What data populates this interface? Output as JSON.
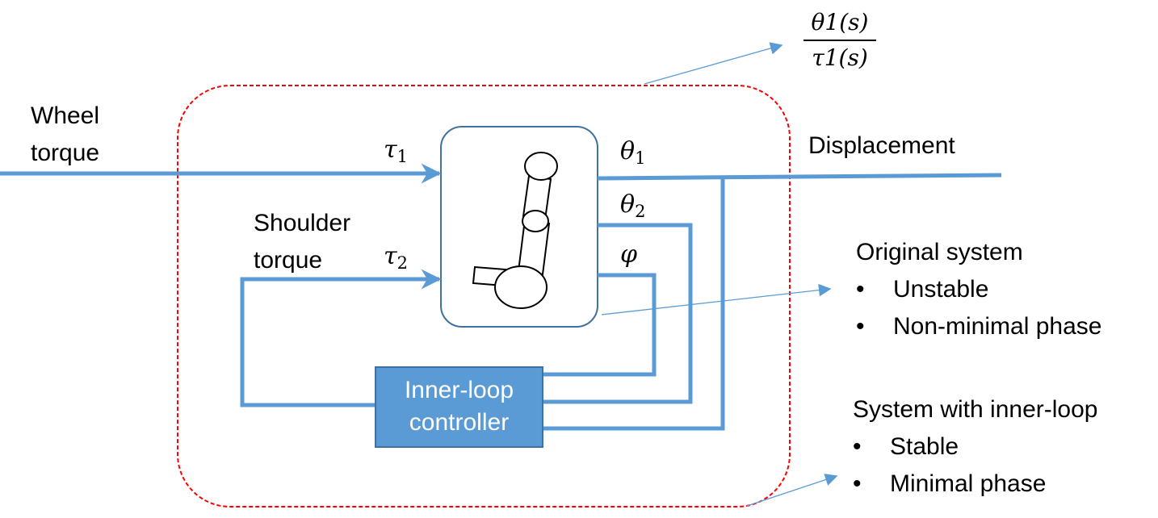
{
  "diagram": {
    "transfer_function": {
      "numerator": "θ1(s)",
      "denominator": "τ1(s)"
    },
    "input_wheel_torque": [
      "Wheel",
      "torque"
    ],
    "input_shoulder_torque": [
      "Shoulder",
      "torque"
    ],
    "output_label": "Displacement",
    "symbols": {
      "tau1": {
        "base": "τ",
        "sub": "1"
      },
      "tau2": {
        "base": "τ",
        "sub": "2"
      },
      "theta1": {
        "base": "θ",
        "sub": "1"
      },
      "theta2": {
        "base": "θ",
        "sub": "2"
      },
      "phi": {
        "base": "φ"
      }
    },
    "controller": {
      "lines": [
        "Inner-loop",
        "controller"
      ]
    },
    "original_system": {
      "title": "Original system",
      "items": [
        "Unstable",
        "Non-minimal phase"
      ]
    },
    "inner_loop_system": {
      "title": "System with inner-loop",
      "items": [
        "Stable",
        "Minimal phase"
      ]
    },
    "colors": {
      "signal_line": "#5b9bd5",
      "controller_fill": "#5b9bd5",
      "plant_border": "#41719c",
      "dashed_boundary": "#ff0000"
    }
  }
}
